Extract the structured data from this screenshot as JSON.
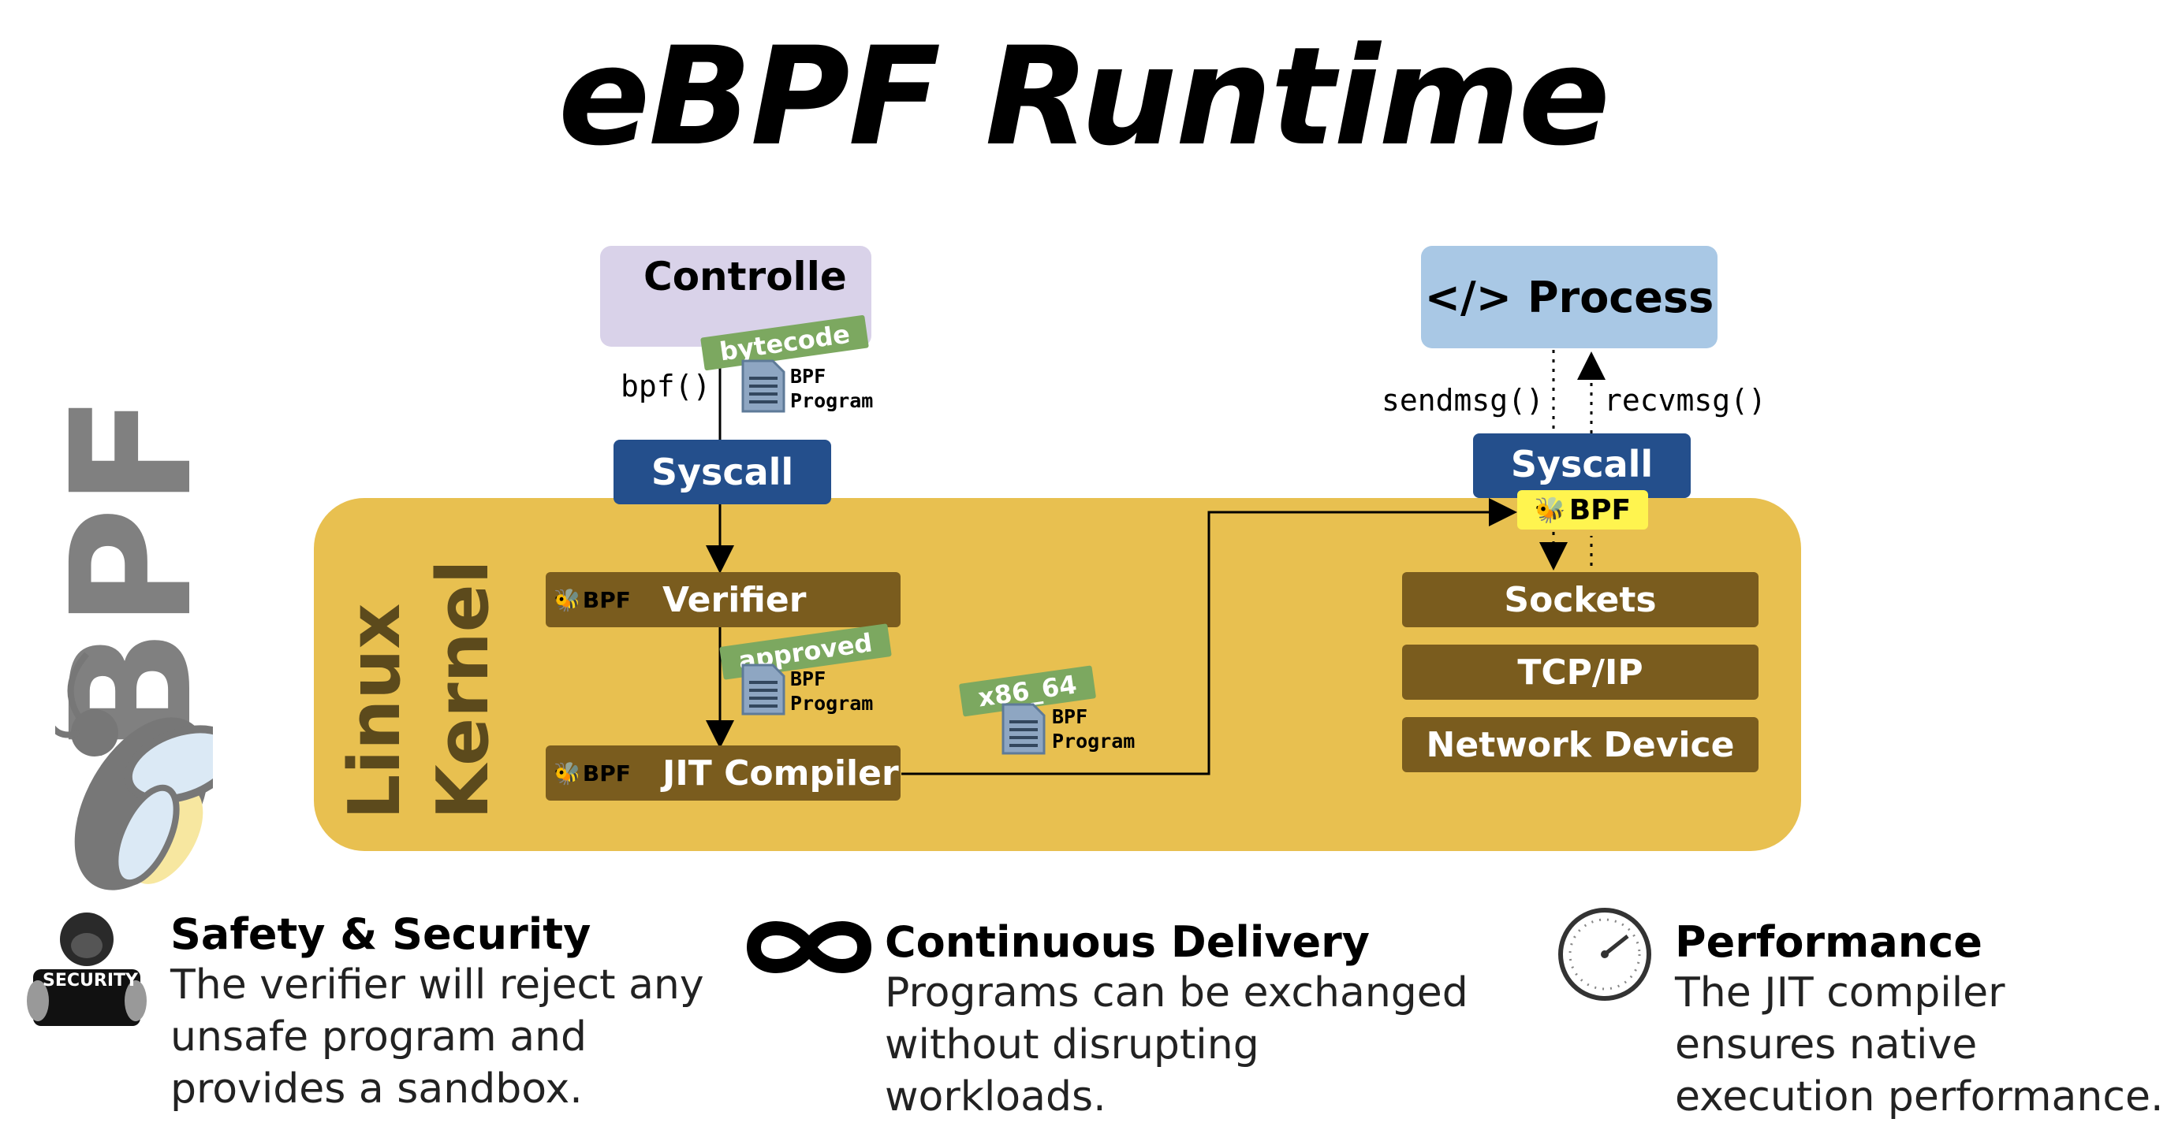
{
  "title": "eBPF Runtime",
  "side_logo_text": "eBPF",
  "kernel_label": [
    "Linux",
    "Kernel"
  ],
  "controller": {
    "label": "Controlle"
  },
  "process": {
    "icon": "code-icon",
    "label": "Process"
  },
  "left_flow": {
    "call_label": "bpf()",
    "bytecode_tag": "bytecode",
    "program_label": [
      "BPF",
      "Program"
    ],
    "syscall_label": "Syscall",
    "verifier_label": "Verifier",
    "approved_tag": "approved",
    "jit_label": "JIT Compiler",
    "x86_tag": "x86_64",
    "chip_text": "BPF"
  },
  "right_flow": {
    "sendmsg_label": "sendmsg()",
    "recvmsg_label": "recvmsg()",
    "syscall_label": "Syscall",
    "bpf_badge": "BPF",
    "stack": [
      "Sockets",
      "TCP/IP",
      "Network Device"
    ]
  },
  "features": [
    {
      "icon": "security-gorilla-icon",
      "icon_text": "SECURITY",
      "title": "Safety & Security",
      "lines": [
        "The verifier will reject any",
        "unsafe program and",
        "provides a sandbox."
      ]
    },
    {
      "icon": "infinity-icon",
      "title": "Continuous Delivery",
      "lines": [
        "Programs can be exchanged",
        "without disrupting",
        "workloads."
      ]
    },
    {
      "icon": "speedometer-icon",
      "title": "Performance",
      "lines": [
        "The JIT compiler",
        "ensures native",
        "execution performance."
      ]
    }
  ],
  "colors": {
    "kernel": "#e8c050",
    "syscall": "#244f8c",
    "kernel_box": "#7a5c1e",
    "controller": "#d9d2e9",
    "process": "#a9c8e5",
    "tag": "#7ca860",
    "bpf_badge": "#fff44f"
  }
}
